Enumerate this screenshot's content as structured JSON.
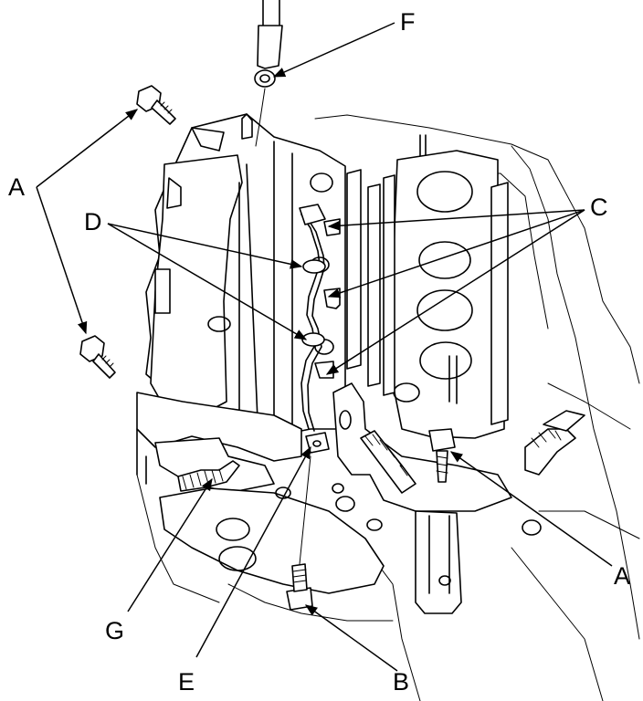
{
  "callouts": {
    "a_left": "A",
    "a_right": "A",
    "b": "B",
    "c": "C",
    "d": "D",
    "e": "E",
    "f": "F",
    "g": "G"
  }
}
